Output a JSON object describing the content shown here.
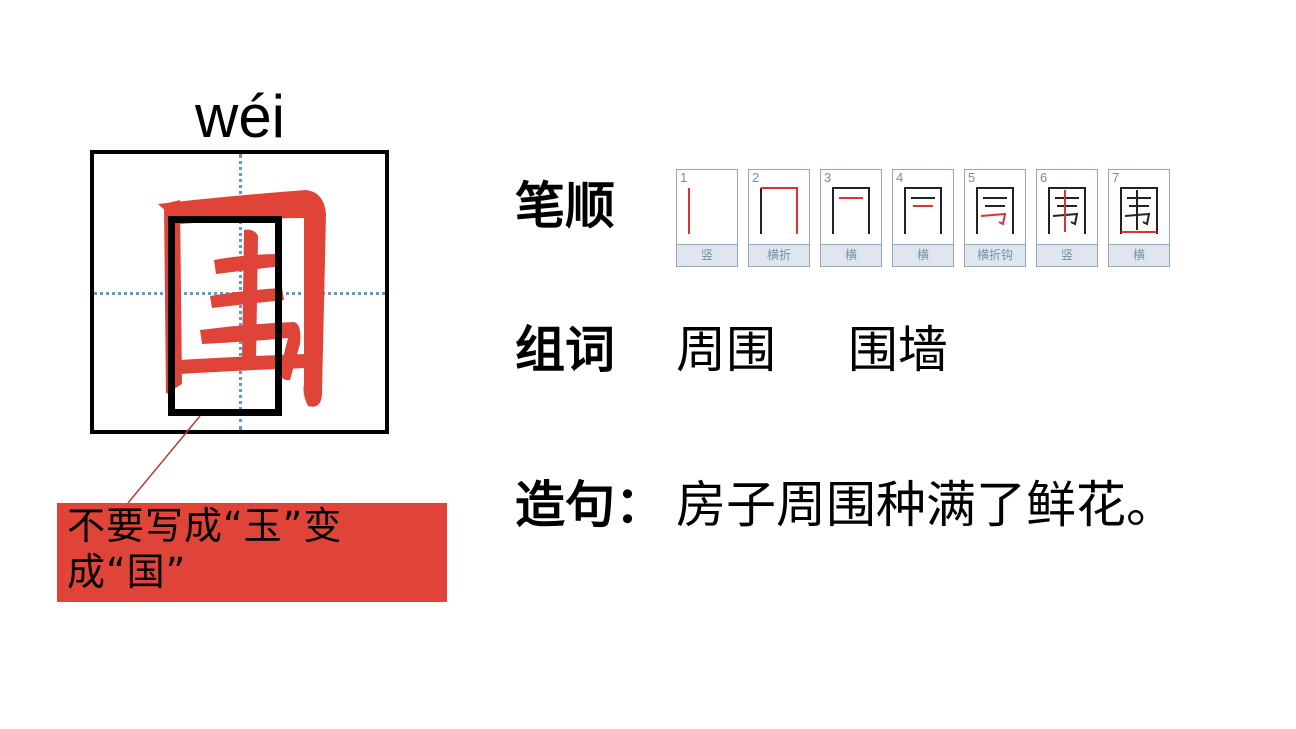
{
  "character": {
    "glyph": "围",
    "pinyin": "wéi",
    "glyph_color": "#e04438",
    "guide_color": "#5b9bd5"
  },
  "note": {
    "text_line1": "不要写成“玉”变",
    "text_line2": "成“国”",
    "background": "#e04438"
  },
  "stroke_order": {
    "label": "笔顺",
    "strokes": [
      {
        "num": "1",
        "name": "竖"
      },
      {
        "num": "2",
        "name": "横折"
      },
      {
        "num": "3",
        "name": "横"
      },
      {
        "num": "4",
        "name": "横"
      },
      {
        "num": "5",
        "name": "横折钩"
      },
      {
        "num": "6",
        "name": "竖"
      },
      {
        "num": "7",
        "name": "横"
      }
    ]
  },
  "words": {
    "label": "组词",
    "items": [
      "周围",
      "围墙"
    ]
  },
  "sentence": {
    "label": "造句：",
    "text": "房子周围种满了鲜花。"
  }
}
